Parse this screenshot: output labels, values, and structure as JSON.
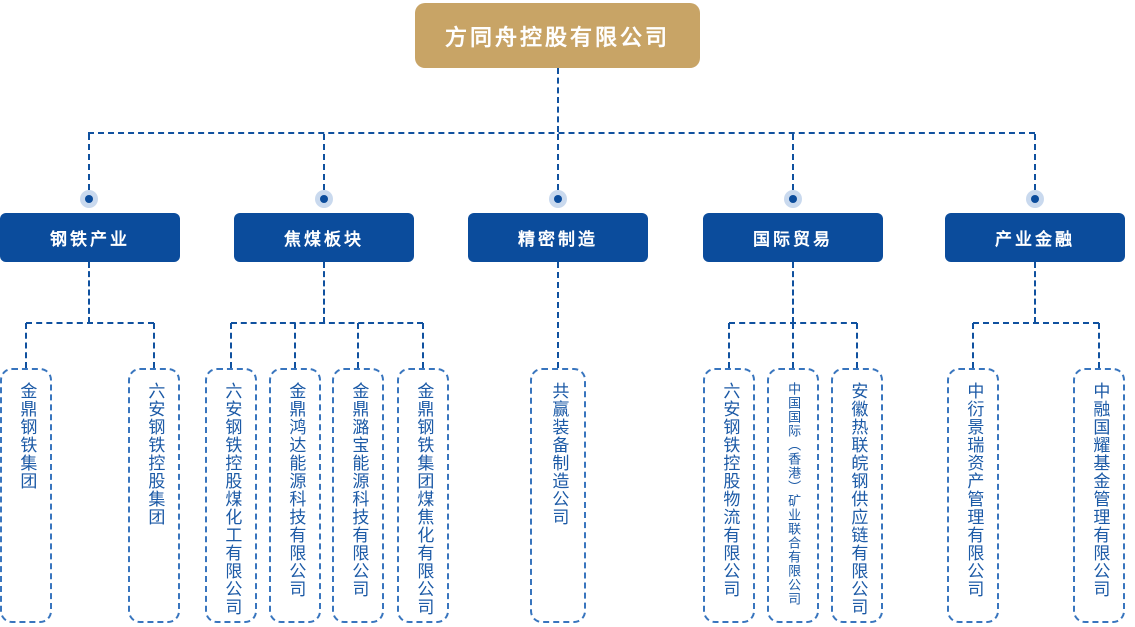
{
  "root": {
    "label": "方同舟控股有限公司"
  },
  "colors": {
    "root_bg": "#C8A466",
    "pillar_bg": "#0B4C9C",
    "connector": "#10519F",
    "child_border": "#3875BE",
    "child_text": "#1C5AA6",
    "node_halo": "#C9D9EE"
  },
  "pillars": [
    {
      "label": "钢铁产业",
      "children": [
        "金鼎钢铁集团",
        "六安钢铁控股集团"
      ]
    },
    {
      "label": "焦煤板块",
      "children": [
        "六安钢铁控股煤化工有限公司",
        "金鼎鸿达能源科技有限公司",
        "金鼎潞宝能源科技有限公司",
        "金鼎钢铁集团煤焦化有限公司"
      ]
    },
    {
      "label": "精密制造",
      "children": [
        "共赢装备制造公司"
      ]
    },
    {
      "label": "国际贸易",
      "children": [
        "六安钢铁控股物流有限公司",
        "中国国际（香港）矿业联合有限公司",
        "安徽热联皖钢供应链有限公司"
      ]
    },
    {
      "label": "产业金融",
      "children": [
        "中衍景瑞资产管理有限公司",
        "中融国耀基金管理有限公司"
      ]
    }
  ]
}
